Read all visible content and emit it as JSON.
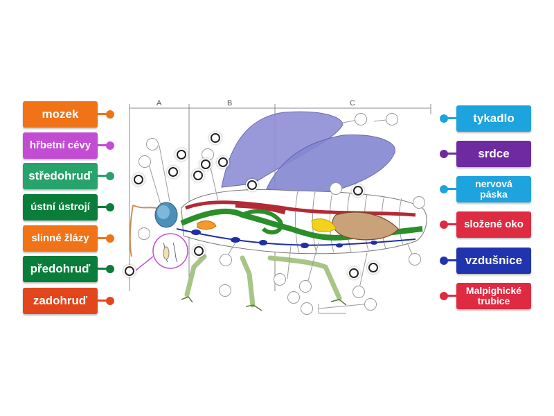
{
  "left_labels": [
    {
      "text": "mozek",
      "color": "#f07318"
    },
    {
      "text": "hřbetní cévy",
      "color": "#c24dd3"
    },
    {
      "text": "středohruď",
      "color": "#27a36b"
    },
    {
      "text": "ústní ústrojí",
      "color": "#0b7d3b"
    },
    {
      "text": "slinné žlázy",
      "color": "#f07318"
    },
    {
      "text": "předohruď",
      "color": "#0b7d3b"
    },
    {
      "text": "zadohruď",
      "color": "#e2461c"
    }
  ],
  "right_labels": [
    {
      "text": "tykadlo",
      "color": "#1da3dd"
    },
    {
      "text": "srdce",
      "color": "#6e2aa0"
    },
    {
      "text": "nervová páska",
      "color": "#1da3dd"
    },
    {
      "text": "složené oko",
      "color": "#de2b42"
    },
    {
      "text": "vzdušnice",
      "color": "#2035ad"
    },
    {
      "text": "Malpighické trubice",
      "color": "#de2b42"
    }
  ],
  "segments": {
    "a": "A",
    "b": "B",
    "c": "C"
  },
  "icons": {
    "target": "drop-target-icon"
  }
}
